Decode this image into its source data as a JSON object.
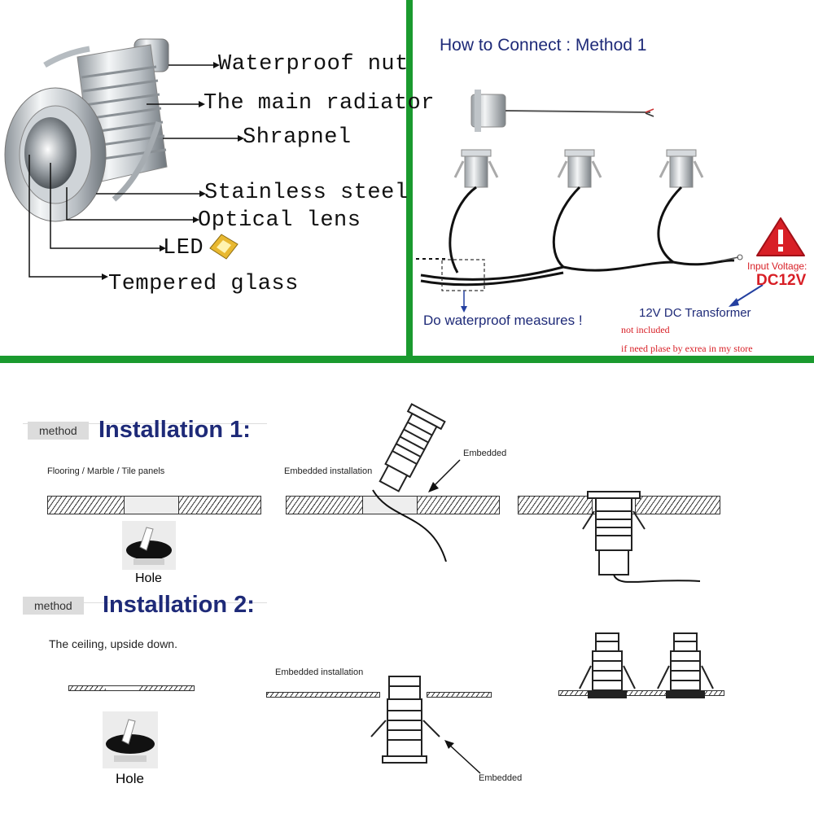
{
  "parts": {
    "waterproof_nut": "Waterproof nut",
    "main_radiator": "The main radiator",
    "shrapnel": "Shrapnel",
    "stainless_steel": "Stainless steel",
    "optical_lens": "Optical lens",
    "led": "LED",
    "tempered_glass": "Tempered glass"
  },
  "connect": {
    "title": "How to Connect : Method 1",
    "waterproof_note": "Do waterproof measures !",
    "input_voltage": "Input Voltage:",
    "voltage": "DC12V",
    "transformer": "12V DC Transformer",
    "not_included": "not included",
    "store_note": "if need plase by exrea in my store"
  },
  "install1": {
    "tag": "method",
    "title": "Installation 1:",
    "surface": "Flooring / Marble / Tile panels",
    "embedded_install": "Embedded installation",
    "embedded": "Embedded",
    "hole": "Hole"
  },
  "install2": {
    "tag": "method",
    "title": "Installation 2:",
    "surface": "The ceiling, upside down.",
    "embedded_install": "Embedded installation",
    "embedded": "Embedded",
    "hole": "Hole"
  },
  "colors": {
    "divider": "#1a9a2e",
    "title_blue": "#1e2a78",
    "warning_red": "#d81f26"
  }
}
